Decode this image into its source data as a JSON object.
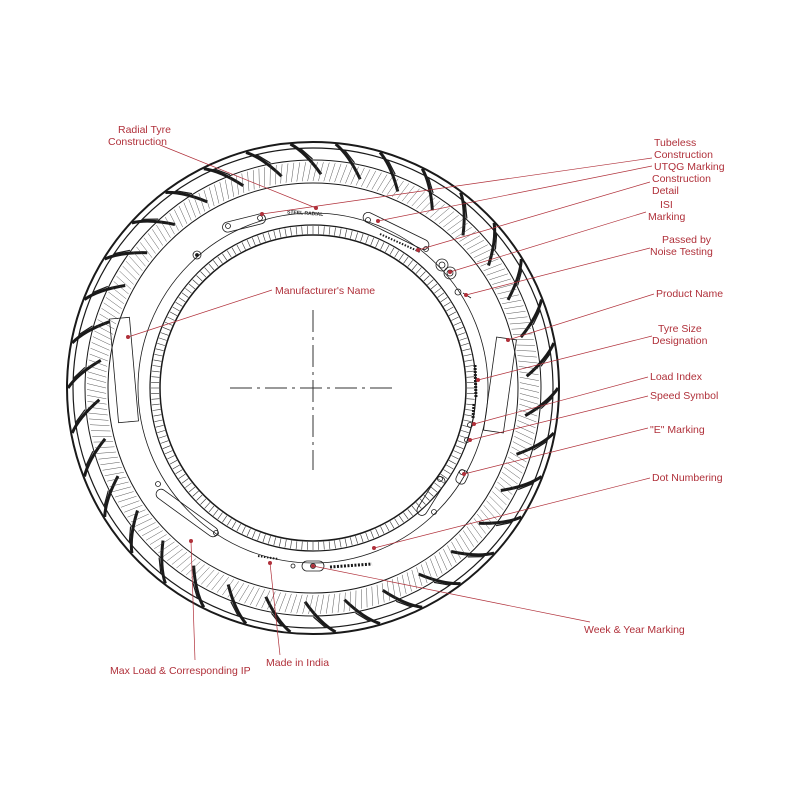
{
  "colors": {
    "annotation": "#b0303a",
    "line_art": "#1a1a1a"
  },
  "sidewall_text": {
    "steel_radial": "STEEL RADIAL"
  },
  "labels": {
    "radial_tyre": [
      "Radial Tyre",
      "Construction"
    ],
    "tubeless": [
      "Tubeless",
      "Construction"
    ],
    "utqg": [
      "UTQG Marking"
    ],
    "construction_detail": [
      "Construction",
      "Detail"
    ],
    "isi": [
      "ISI",
      "Marking"
    ],
    "noise": [
      "Passed by",
      "Noise Testing"
    ],
    "manufacturer": [
      "Manufacturer's Name"
    ],
    "product": [
      "Product Name"
    ],
    "size": [
      "Tyre Size",
      "Designation"
    ],
    "load_index": [
      "Load Index"
    ],
    "speed_symbol": [
      "Speed Symbol"
    ],
    "e_marking": [
      "\"E\" Marking"
    ],
    "dot": [
      "Dot Numbering"
    ],
    "week_year": [
      "Week & Year Marking"
    ],
    "max_load": [
      "Max Load & Corresponding IP"
    ],
    "made_in_india": [
      "Made in India"
    ]
  }
}
